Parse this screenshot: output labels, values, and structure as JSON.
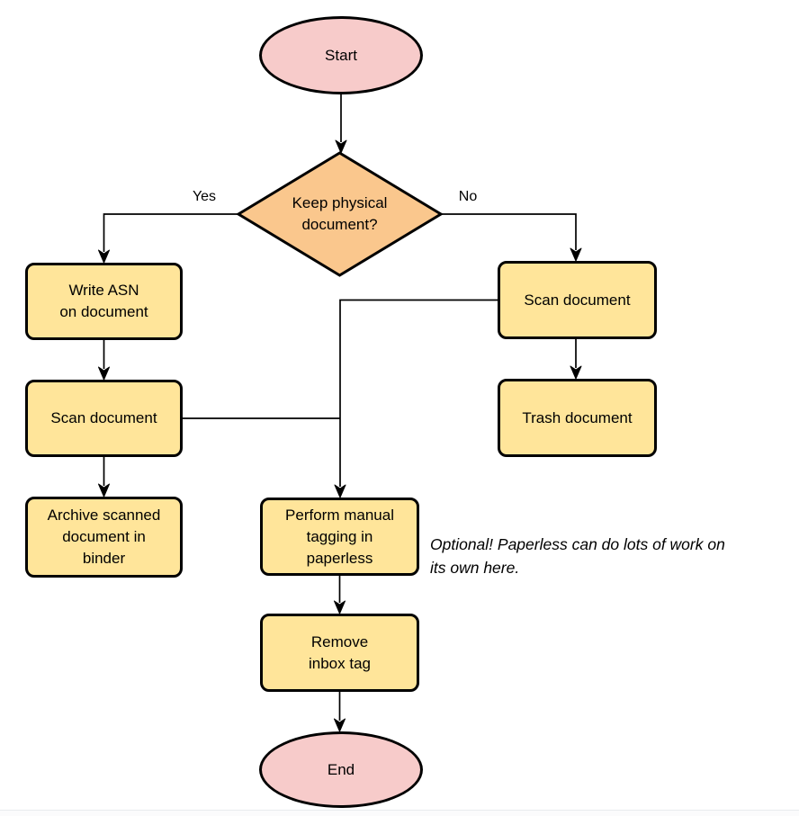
{
  "palette": {
    "terminal_fill": "#f7cbca",
    "decision_fill": "#fac78d",
    "process_fill": "#ffe59a",
    "stroke": "#000000",
    "rule": "#e9ebee"
  },
  "nodes": {
    "start": {
      "label": "Start",
      "type": "terminal"
    },
    "decision": {
      "lines": [
        "Keep physical",
        "document?"
      ],
      "type": "decision"
    },
    "write_asn": {
      "lines": [
        "Write ASN",
        "on document"
      ],
      "type": "process"
    },
    "scan_left": {
      "label": "Scan document",
      "type": "process"
    },
    "archive": {
      "lines": [
        "Archive scanned",
        "document in",
        "binder"
      ],
      "type": "process"
    },
    "scan_right": {
      "label": "Scan document",
      "type": "process"
    },
    "trash": {
      "label": "Trash document",
      "type": "process"
    },
    "perform_tagging": {
      "lines": [
        "Perform manual",
        "tagging in",
        "paperless"
      ],
      "type": "process"
    },
    "remove_inbox": {
      "lines": [
        "Remove",
        "inbox tag"
      ],
      "type": "process"
    },
    "end": {
      "label": "End",
      "type": "terminal"
    }
  },
  "edge_labels": {
    "yes": "Yes",
    "no": "No"
  },
  "note": {
    "lines": [
      "Optional! Paperless can do lots of work on",
      "its own here."
    ]
  }
}
